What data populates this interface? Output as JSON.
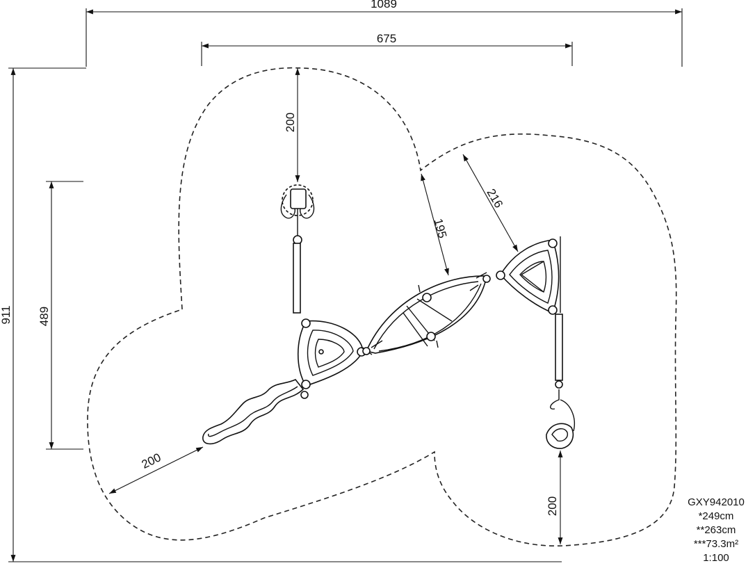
{
  "dimensions": {
    "overall_width": "1089",
    "equipment_width": "675",
    "overall_height": "911",
    "left_height": "489",
    "top_clearance": "200",
    "diag_clearance_195": "195",
    "diag_clearance_216": "216",
    "slide_clearance": "200",
    "bottom_clearance": "200"
  },
  "info": {
    "model": "GXY942010",
    "height_1": "*249cm",
    "height_2": "**263cm",
    "area": "***73.3m²",
    "scale": "1:100"
  }
}
